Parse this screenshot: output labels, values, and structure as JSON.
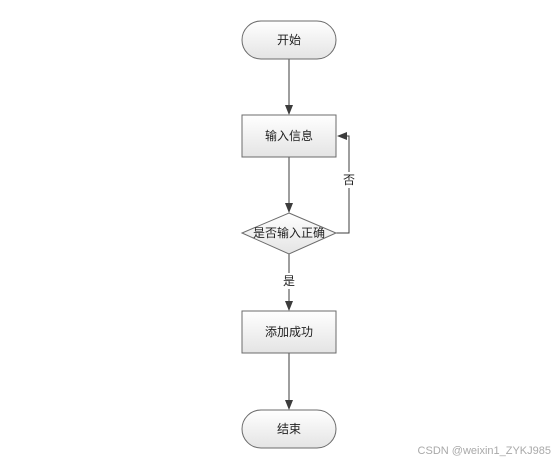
{
  "nodes": {
    "start": "开始",
    "input": "输入信息",
    "decision": "是否输入正确",
    "success": "添加成功",
    "end": "结束"
  },
  "edges": {
    "no": "否",
    "yes": "是"
  },
  "watermark": "CSDN @weixin1_ZYKJ985",
  "colors": {
    "node_fill_top": "#ffffff",
    "node_fill_bottom": "#e4e4e4",
    "stroke": "#6b6b6b",
    "arrow": "#3c3c3c"
  }
}
